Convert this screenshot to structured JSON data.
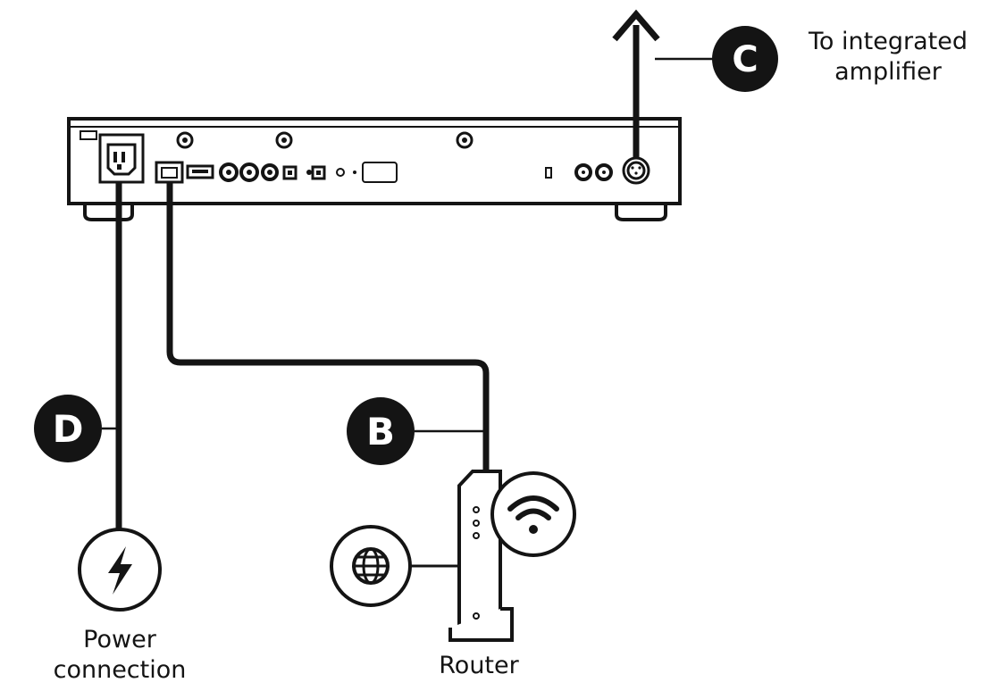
{
  "colors": {
    "ink": "#141414",
    "background": "#ffffff"
  },
  "callouts": {
    "b": {
      "letter": "B"
    },
    "c": {
      "letter": "C",
      "label_line1": "To integrated",
      "label_line2": "amplifier"
    },
    "d": {
      "letter": "D"
    }
  },
  "labels": {
    "power_line1": "Power",
    "power_line2": "connection",
    "router": "Router"
  },
  "icons": {
    "power": "lightning-bolt-icon",
    "wifi": "wifi-icon",
    "internet": "globe-icon",
    "output": "arrow-up-icon"
  }
}
